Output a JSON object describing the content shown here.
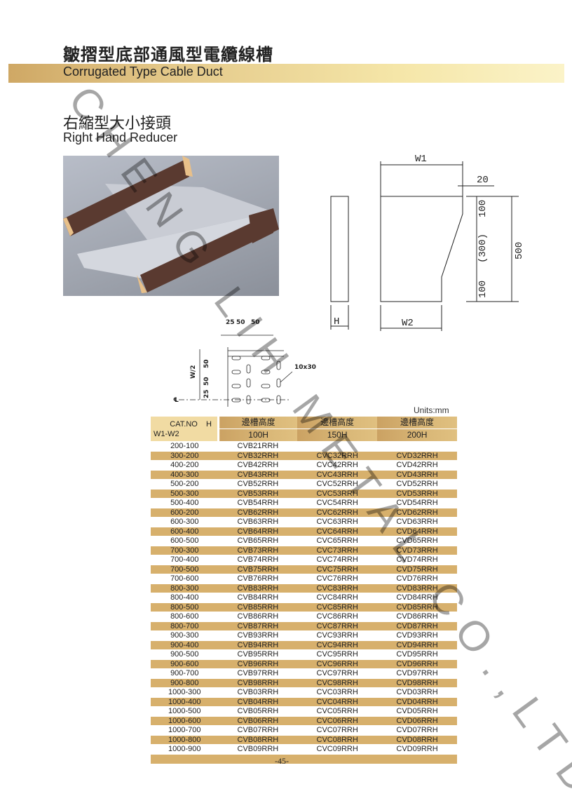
{
  "header": {
    "title_zh": "皺摺型底部通風型電纜線槽",
    "title_en": "Corrugated Type Cable Duct"
  },
  "product": {
    "name_zh": "右縮型大小接頭",
    "name_en": "Right Hand Reducer"
  },
  "drawing": {
    "w1": "W1",
    "w2": "W2",
    "h": "H",
    "d20": "20",
    "d100a": "100",
    "d300": "(300)",
    "d100b": "100",
    "d500": "500"
  },
  "detail": {
    "d25": "25",
    "d50a": "50",
    "d50b": "50",
    "w2": "W/2",
    "v50": "50",
    "v50b": "50",
    "v25": "25",
    "cl": "℄",
    "slot": "10x30"
  },
  "table": {
    "units": "Units:mm",
    "corner_top": "CAT.NO    H",
    "corner_bottom": "W1-W2",
    "columns": [
      {
        "zh": "邊槽高度",
        "h": "100H"
      },
      {
        "zh": "邊槽高度",
        "h": "150H"
      },
      {
        "zh": "邊槽高度",
        "h": "200H"
      }
    ],
    "rows": [
      [
        "200-100",
        "CVB21RRH",
        "",
        ""
      ],
      [
        "300-200",
        "CVB32RRH",
        "CVC32RRH",
        "CVD32RRH"
      ],
      [
        "400-200",
        "CVB42RRH",
        "CVC42RRH",
        "CVD42RRH"
      ],
      [
        "400-300",
        "CVB43RRH",
        "CVC43RRH",
        "CVD43RRH"
      ],
      [
        "500-200",
        "CVB52RRH",
        "CVC52RRH",
        "CVD52RRH"
      ],
      [
        "500-300",
        "CVB53RRH",
        "CVC53RRH",
        "CVD53RRH"
      ],
      [
        "500-400",
        "CVB54RRH",
        "CVC54RRH",
        "CVD54RRH"
      ],
      [
        "600-200",
        "CVB62RRH",
        "CVC62RRH",
        "CVD62RRH"
      ],
      [
        "600-300",
        "CVB63RRH",
        "CVC63RRH",
        "CVD63RRH"
      ],
      [
        "600-400",
        "CVB64RRH",
        "CVC64RRH",
        "CVD64RRH"
      ],
      [
        "600-500",
        "CVB65RRH",
        "CVC65RRH",
        "CVD65RRH"
      ],
      [
        "700-300",
        "CVB73RRH",
        "CVC73RRH",
        "CVD73RRH"
      ],
      [
        "700-400",
        "CVB74RRH",
        "CVC74RRH",
        "CVD74RRH"
      ],
      [
        "700-500",
        "CVB75RRH",
        "CVC75RRH",
        "CVD75RRH"
      ],
      [
        "700-600",
        "CVB76RRH",
        "CVC76RRH",
        "CVD76RRH"
      ],
      [
        "800-300",
        "CVB83RRH",
        "CVC83RRH",
        "CVD83RRH"
      ],
      [
        "800-400",
        "CVB84RRH",
        "CVC84RRH",
        "CVD84RRH"
      ],
      [
        "800-500",
        "CVB85RRH",
        "CVC85RRH",
        "CVD85RRH"
      ],
      [
        "800-600",
        "CVB86RRH",
        "CVC86RRH",
        "CVD86RRH"
      ],
      [
        "800-700",
        "CVB87RRH",
        "CVC87RRH",
        "CVD87RRH"
      ],
      [
        "900-300",
        "CVB93RRH",
        "CVC93RRH",
        "CVD93RRH"
      ],
      [
        "900-400",
        "CVB94RRH",
        "CVC94RRH",
        "CVD94RRH"
      ],
      [
        "900-500",
        "CVB95RRH",
        "CVC95RRH",
        "CVD95RRH"
      ],
      [
        "900-600",
        "CVB96RRH",
        "CVC96RRH",
        "CVD96RRH"
      ],
      [
        "900-700",
        "CVB97RRH",
        "CVC97RRH",
        "CVD97RRH"
      ],
      [
        "900-800",
        "CVB98RRH",
        "CVC98RRH",
        "CVD98RRH"
      ],
      [
        "1000-300",
        "CVB03RRH",
        "CVC03RRH",
        "CVD03RRH"
      ],
      [
        "1000-400",
        "CVB04RRH",
        "CVC04RRH",
        "CVD04RRH"
      ],
      [
        "1000-500",
        "CVB05RRH",
        "CVC05RRH",
        "CVD05RRH"
      ],
      [
        "1000-600",
        "CVB06RRH",
        "CVC06RRH",
        "CVD06RRH"
      ],
      [
        "1000-700",
        "CVB07RRH",
        "CVC07RRH",
        "CVD07RRH"
      ],
      [
        "1000-800",
        "CVB08RRH",
        "CVC08RRH",
        "CVD08RRH"
      ],
      [
        "1000-900",
        "CVB09RRH",
        "CVC09RRH",
        "CVD09RRH"
      ]
    ]
  },
  "page_number": "-45-",
  "watermark": "CHENG LIH METAL CO.,LTD"
}
